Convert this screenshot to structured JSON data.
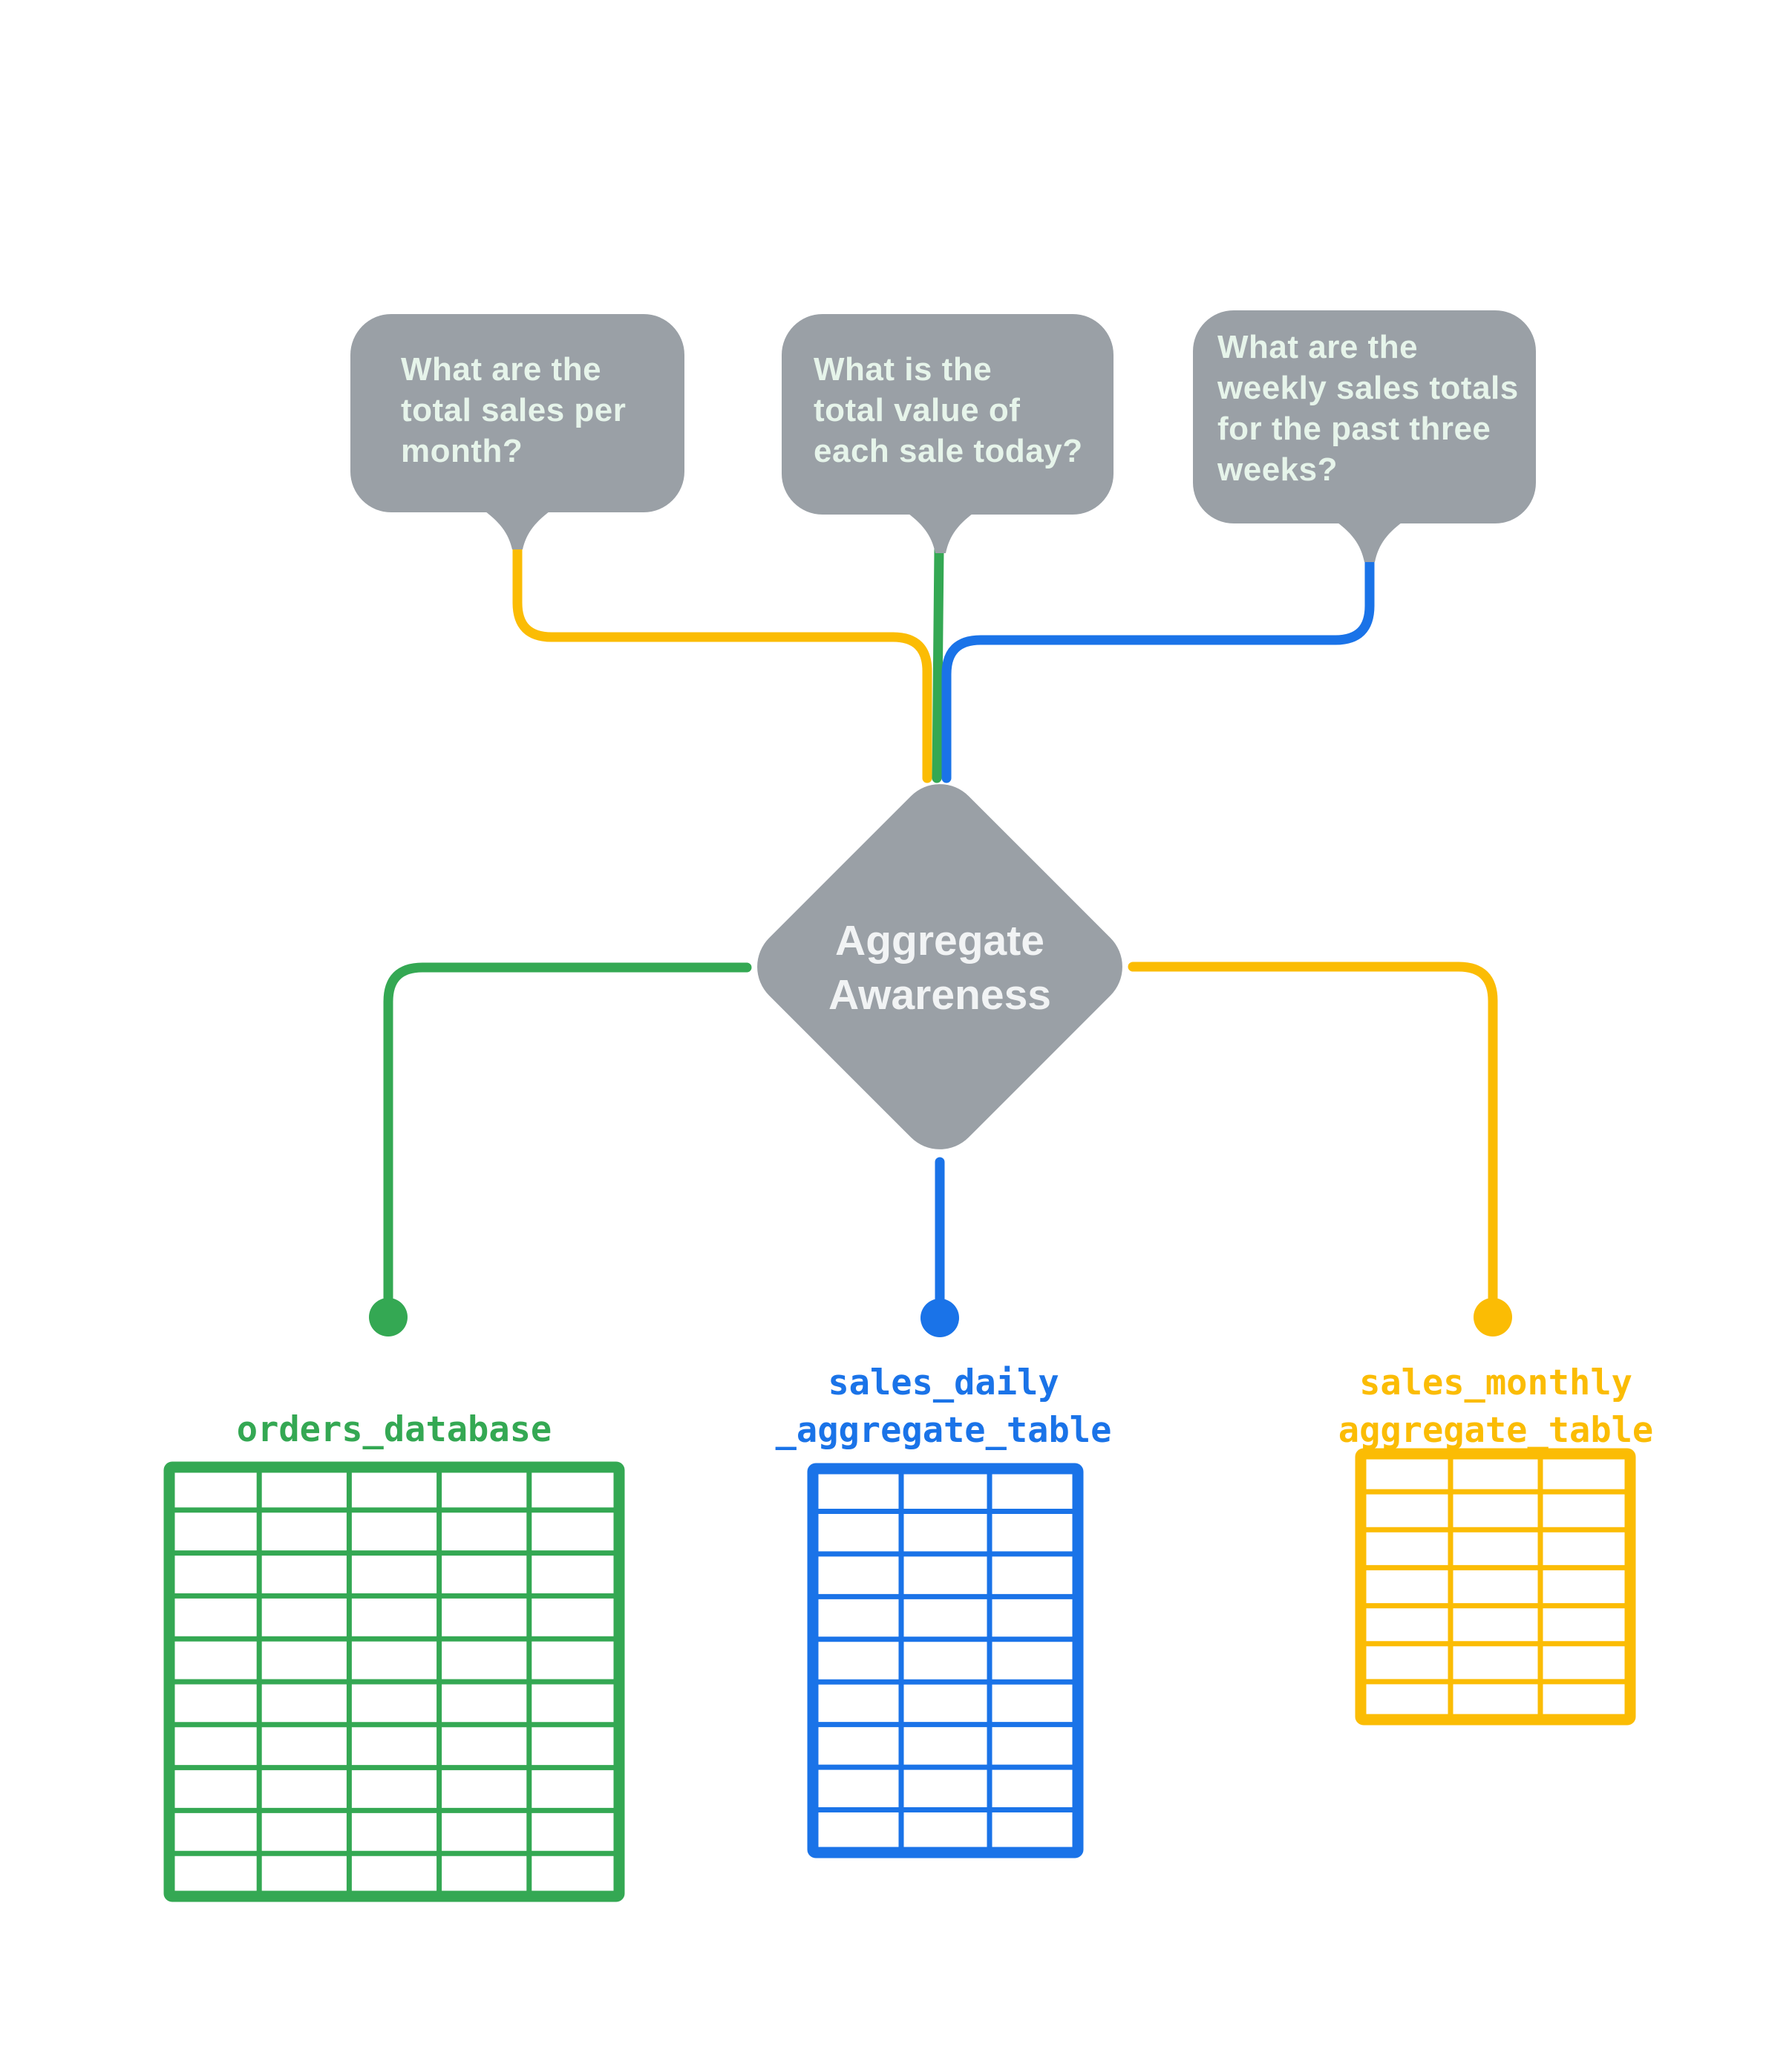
{
  "colors": {
    "green": "#34A853",
    "blue": "#1A73E8",
    "yellow": "#FBBC04",
    "gray": "#9AA0A6",
    "bubble_text": "#E6F4EA",
    "diamond_text": "#F1F3F4",
    "background": "#FFFFFF"
  },
  "diamond": {
    "title": "Aggregate\nAwareness"
  },
  "question_bubbles": [
    {
      "text": "What are the\ntotal sales per\nmonth?",
      "connector_color": "yellow"
    },
    {
      "text": "What is the\ntotal value of\neach sale today?",
      "connector_color": "green"
    },
    {
      "text": "What are the\nweekly sales totals\nfor the past three\nweeks?",
      "connector_color": "blue"
    }
  ],
  "tables": [
    {
      "id": "green",
      "label": "orders_database",
      "columns": 5,
      "rows": 10,
      "color": "green"
    },
    {
      "id": "blue",
      "label": "sales_daily\n_aggregate_table",
      "columns": 3,
      "rows": 9,
      "color": "blue"
    },
    {
      "id": "yellow",
      "label": "sales_monthly\naggregate_table",
      "columns": 3,
      "rows": 7,
      "color": "yellow"
    }
  ]
}
